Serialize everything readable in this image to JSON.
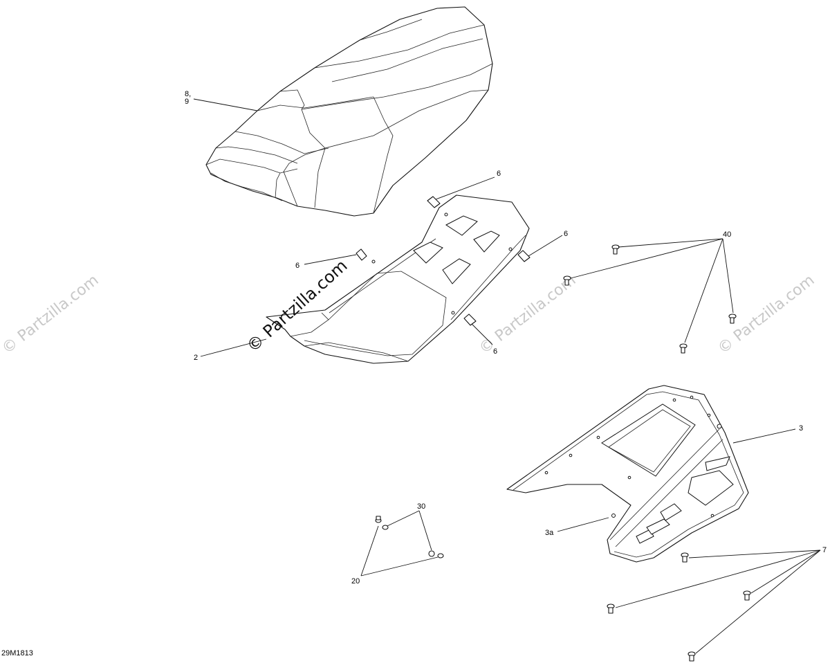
{
  "callouts": {
    "seat": "8,\n9",
    "seat_l1": "8,",
    "seat_l2": "9",
    "base_plate": "2",
    "clip_a": "6",
    "clip_b": "6",
    "clip_c": "6",
    "clip_d": "6",
    "screws_40": "40",
    "rack": "3",
    "rack_sub": "3a",
    "nut_30": "30",
    "bolt_20": "20",
    "bolts_7": "7"
  },
  "figure_id": "29M1813",
  "watermark": {
    "main": "© Partzilla.com",
    "faded": "© Partzilla.com"
  },
  "colors": {
    "line": "#111111",
    "watermark_faded": "#c8c8c8",
    "background": "#ffffff"
  }
}
